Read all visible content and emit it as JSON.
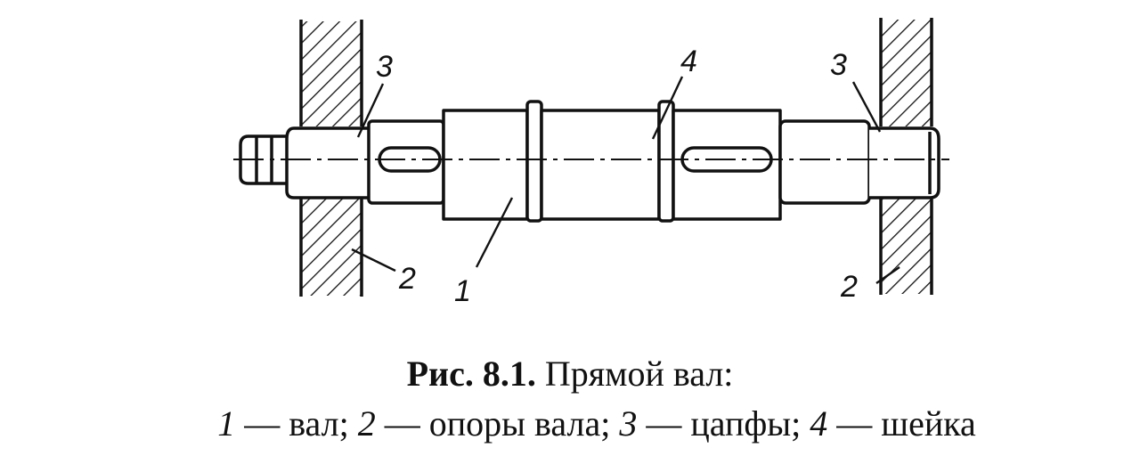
{
  "diagram": {
    "callouts": {
      "shaft": "1",
      "support_left": "2",
      "support_right": "2",
      "journal_left": "3",
      "journal_right": "3",
      "neck": "4"
    }
  },
  "caption": {
    "figure_number": "Рис. 8.1.",
    "title": "Прямой вал:",
    "legend": [
      {
        "num": "1",
        "text": " — вал; "
      },
      {
        "num": "2",
        "text": " — опоры вала; "
      },
      {
        "num": "3",
        "text": " — цапфы; "
      },
      {
        "num": "4",
        "text": " — шейка"
      }
    ]
  }
}
